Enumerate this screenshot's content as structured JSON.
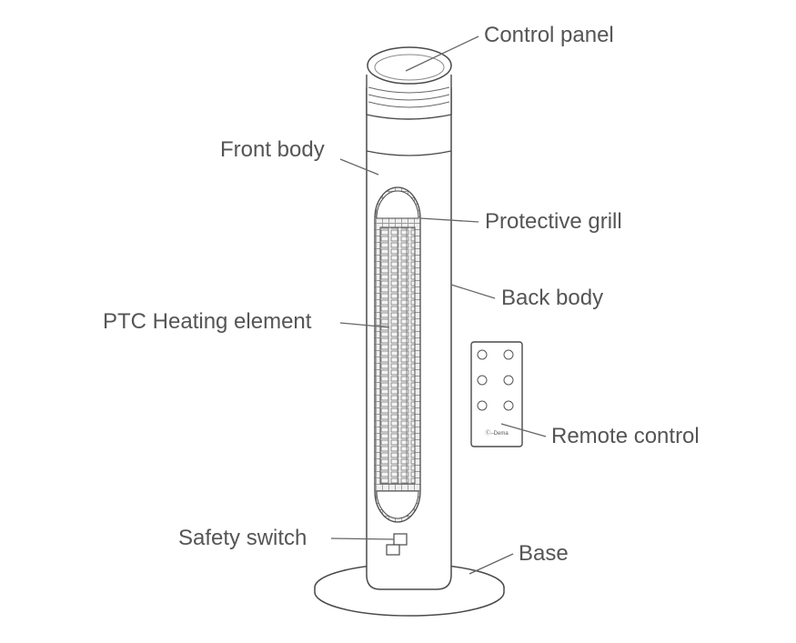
{
  "labels": {
    "control_panel": "Control panel",
    "front_body": "Front body",
    "protective_grill": "Protective grill",
    "back_body": "Back body",
    "ptc_heating_element": "PTC Heating element",
    "remote_control": "Remote control",
    "safety_switch": "Safety switch",
    "base": "Base"
  },
  "remote": {
    "brand": "Ⓒ–Dema"
  },
  "colors": {
    "outline": "#4a4a4a",
    "label_text": "#555555",
    "leader_line": "#666666",
    "element_fill": "#e9e9e9"
  }
}
